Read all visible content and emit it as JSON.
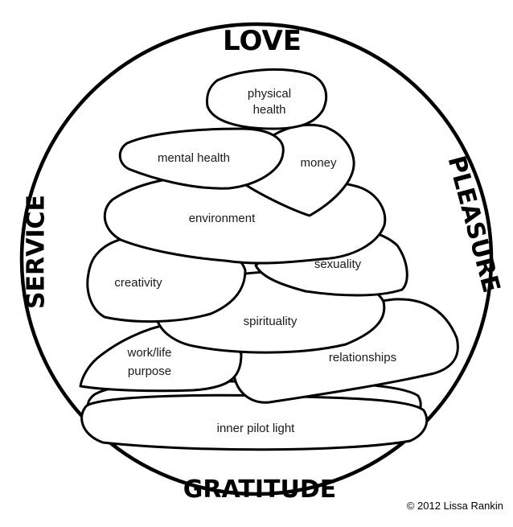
{
  "virtues": {
    "top": "LOVE",
    "right": "PLEASURE",
    "bottom": "GRATITUDE",
    "left": "SERVICE"
  },
  "stones": {
    "physical_health": [
      "physical",
      "health"
    ],
    "mental_health": "mental health",
    "money": "money",
    "environment": "environment",
    "sexuality": "sexuality",
    "creativity": "creativity",
    "spirituality": "spirituality",
    "work_life": [
      "work/life",
      "purpose"
    ],
    "relationships": "relationships",
    "inner_pilot_light": "inner pilot light"
  },
  "copyright": "© 2012 Lissa Rankin",
  "colors": {
    "stroke": "#000000",
    "fill": "#ffffff"
  }
}
